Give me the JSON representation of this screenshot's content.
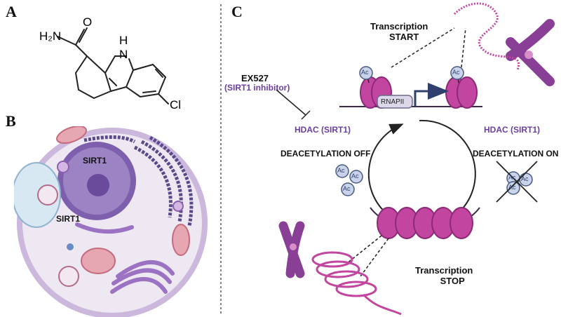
{
  "panels": {
    "a": "A",
    "b": "B",
    "c": "C"
  },
  "molecule": {
    "amide_group": "H₂N",
    "oxygen": "O",
    "amine_h": "H",
    "nitrogen": "N",
    "chlorine": "Cl"
  },
  "cell": {
    "nucleus_label": "SIRT1",
    "cytoplasm_label": "SIRT1"
  },
  "mechanism": {
    "inhibitor_name": "EX527",
    "inhibitor_desc": "(SIRT1 inhibitor)",
    "hdac_left": "HDAC (SIRT1)",
    "hdac_right": "HDAC (SIRT1)",
    "deacetylation_off": "DEACETYLATION OFF",
    "deacetylation_on": "DEACETYLATION ON",
    "transcription_start_1": "Transcription",
    "transcription_start_2": "START",
    "transcription_stop_1": "Transcription",
    "transcription_stop_2": "STOP",
    "polymerase": "RNAPII",
    "acetyl": "Ac"
  },
  "colors": {
    "purple_text": "#6a3fa0",
    "histone": "#c2459f",
    "histone_dark": "#8b2a78",
    "chromosome": "#8a3f96",
    "ac_fill": "#c9d4ea",
    "ac_stroke": "#4a5a80",
    "cell_fill": "#e7def0",
    "cell_stroke": "#b9a6cf",
    "nucleus": "#8a66b4",
    "mito": "#e7a7b2"
  }
}
